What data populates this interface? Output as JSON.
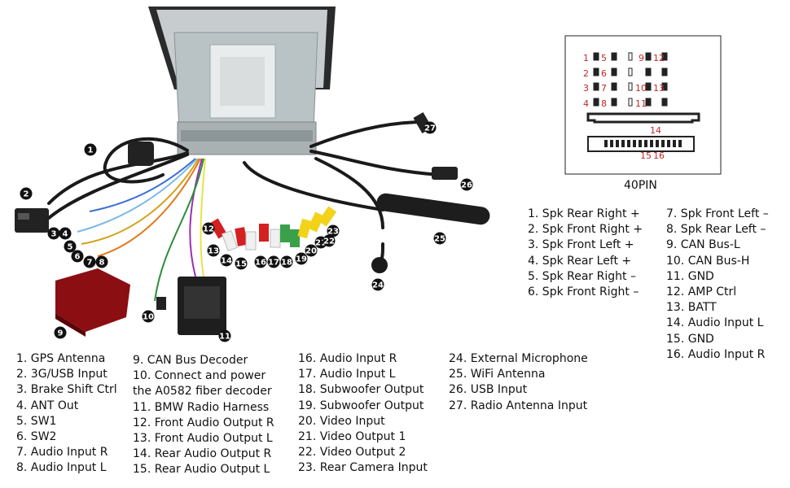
{
  "pinout_title": "40PIN",
  "pin_numbers": {
    "row1": [
      "1",
      "5",
      "9",
      "12"
    ],
    "row2": [
      "2",
      "6"
    ],
    "row3": [
      "3",
      "7",
      "10",
      "13"
    ],
    "row4": [
      "4",
      "8",
      "11"
    ],
    "bus": [
      "14",
      "15",
      "16"
    ]
  },
  "callouts": [
    "1",
    "2",
    "3",
    "4",
    "5",
    "6",
    "7",
    "8",
    "9",
    "10",
    "11",
    "12",
    "13",
    "14",
    "15",
    "16",
    "17",
    "18",
    "19",
    "20",
    "21",
    "22",
    "23",
    "24",
    "25",
    "26",
    "27"
  ],
  "pin_legend_col1": [
    "1. Spk Rear Right +",
    "2. Spk Front Right +",
    "3. Spk Front Left +",
    "4. Spk Rear Left +",
    "5. Spk Rear Right –",
    "6. Spk Front Right –"
  ],
  "pin_legend_col2": [
    "7. Spk Front Left –",
    "8. Spk Rear Left –",
    "9. CAN Bus-L",
    "10. CAN Bus-H",
    "11. GND",
    "12. AMP Ctrl",
    "13. BATT",
    "14. Audio Input L",
    "15. GND",
    "16. Audio Input R"
  ],
  "legend_col1": [
    "1. GPS Antenna",
    "2. 3G/USB Input",
    "3. Brake Shift Ctrl",
    "4. ANT Out",
    "5. SW1",
    "6. SW2",
    "7. Audio Input R",
    "8. Audio Input L"
  ],
  "legend_col2": [
    "9. CAN Bus Decoder",
    "10. Connect and power the A0582 fiber decoder",
    "11. BMW Radio Harness",
    "12. Front Audio Output R",
    "13. Front Audio Output L",
    "14. Rear Audio Output R",
    "15. Rear Audio Output L"
  ],
  "legend_col3": [
    "16. Audio Input R",
    "17. Audio Input L",
    "18. Subwoofer Output",
    "19. Subwoofer Output",
    "20. Video Input",
    "21. Video Output 1",
    "22. Video Output 2",
    "23. Rear Camera Input"
  ],
  "legend_col4": [
    "24. External Microphone",
    "25. WiFi Antenna",
    "26. USB Input",
    "27. Radio Antenna Input"
  ],
  "colors": {
    "head_unit_frame": "#2b2b2b",
    "head_unit_body": "#b9c2c4",
    "cable": "#1a1a1a",
    "rca_red": "#d42020",
    "rca_white": "#f0f0f0",
    "rca_yellow": "#f2d31a",
    "rca_green": "#3aa04a",
    "pin_red": "#c0282a"
  }
}
